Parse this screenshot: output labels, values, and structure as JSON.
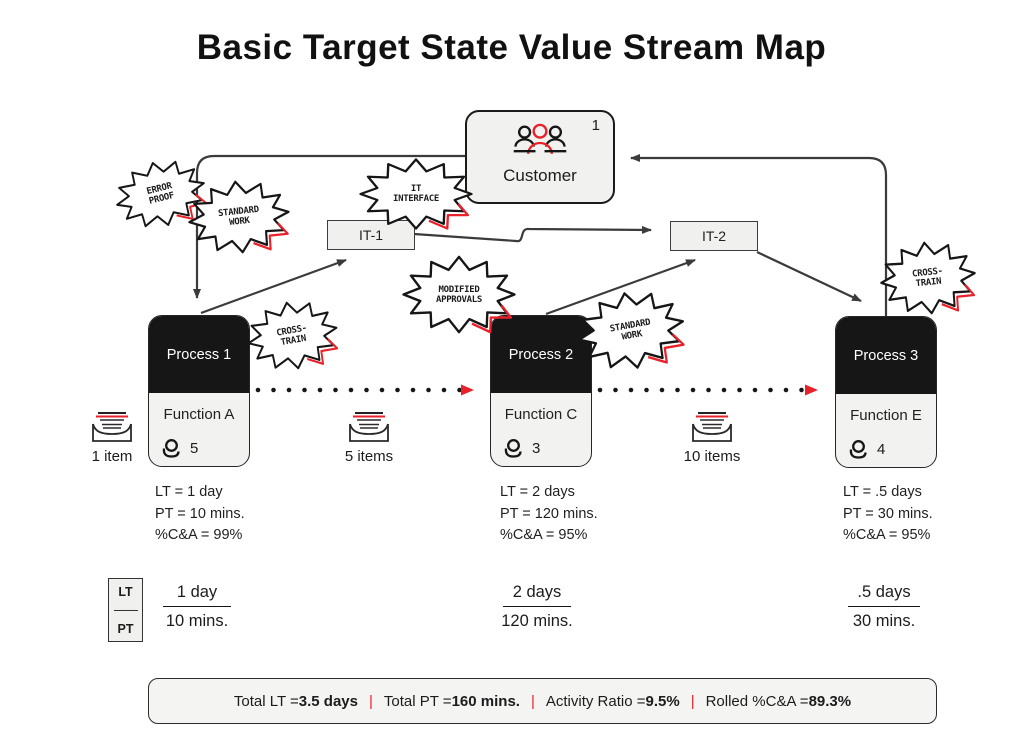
{
  "title": "Basic Target State Value Stream Map",
  "customer": {
    "label": "Customer",
    "count": "1",
    "icon": "people-group-icon"
  },
  "it_boxes": [
    {
      "label": "IT-1"
    },
    {
      "label": "IT-2"
    }
  ],
  "bursts": [
    {
      "line1": "ERROR",
      "line2": "PROOF"
    },
    {
      "line1": "STANDARD",
      "line2": "WORK"
    },
    {
      "line1": "IT",
      "line2": "INTERFACE"
    },
    {
      "line1": "CROSS-",
      "line2": "TRAIN"
    },
    {
      "line1": "MODIFIED",
      "line2": "APPROVALS"
    },
    {
      "line1": "STANDARD",
      "line2": "WORK"
    },
    {
      "line1": "CROSS-",
      "line2": "TRAIN"
    }
  ],
  "processes": [
    {
      "title": "Process 1",
      "function": "Function A",
      "operators": "5",
      "lt": "LT = 1 day",
      "pt": "PT = 10 mins.",
      "ca": "%C&A = 99%",
      "timeline_top": "1 day",
      "timeline_bottom": "10 mins."
    },
    {
      "title": "Process 2",
      "function": "Function C",
      "operators": "3",
      "lt": "LT = 2 days",
      "pt": "PT = 120 mins.",
      "ca": "%C&A = 95%",
      "timeline_top": "2 days",
      "timeline_bottom": "120 mins."
    },
    {
      "title": "Process 3",
      "function": "Function E",
      "operators": "4",
      "lt": "LT = .5 days",
      "pt": "PT = 30 mins.",
      "ca": "%C&A = 95%",
      "timeline_top": ".5 days",
      "timeline_bottom": "30 mins."
    }
  ],
  "inventory": [
    {
      "label": "1 item"
    },
    {
      "label": "5 items"
    },
    {
      "label": "10 items"
    }
  ],
  "ladder": {
    "top": "LT",
    "bottom": "PT"
  },
  "summary": {
    "separator": "|",
    "items": [
      {
        "label": "Total LT = ",
        "value": "3.5 days"
      },
      {
        "label": "Total PT = ",
        "value": "160 mins."
      },
      {
        "label": "Activity Ratio = ",
        "value": "9.5%"
      },
      {
        "label": "Rolled %C&A = ",
        "value": "89.3%"
      }
    ]
  },
  "colors": {
    "accent_red": "#e8212a",
    "box_dark": "#161616",
    "box_light": "#f1f1ef",
    "line": "#3b3b3b"
  }
}
